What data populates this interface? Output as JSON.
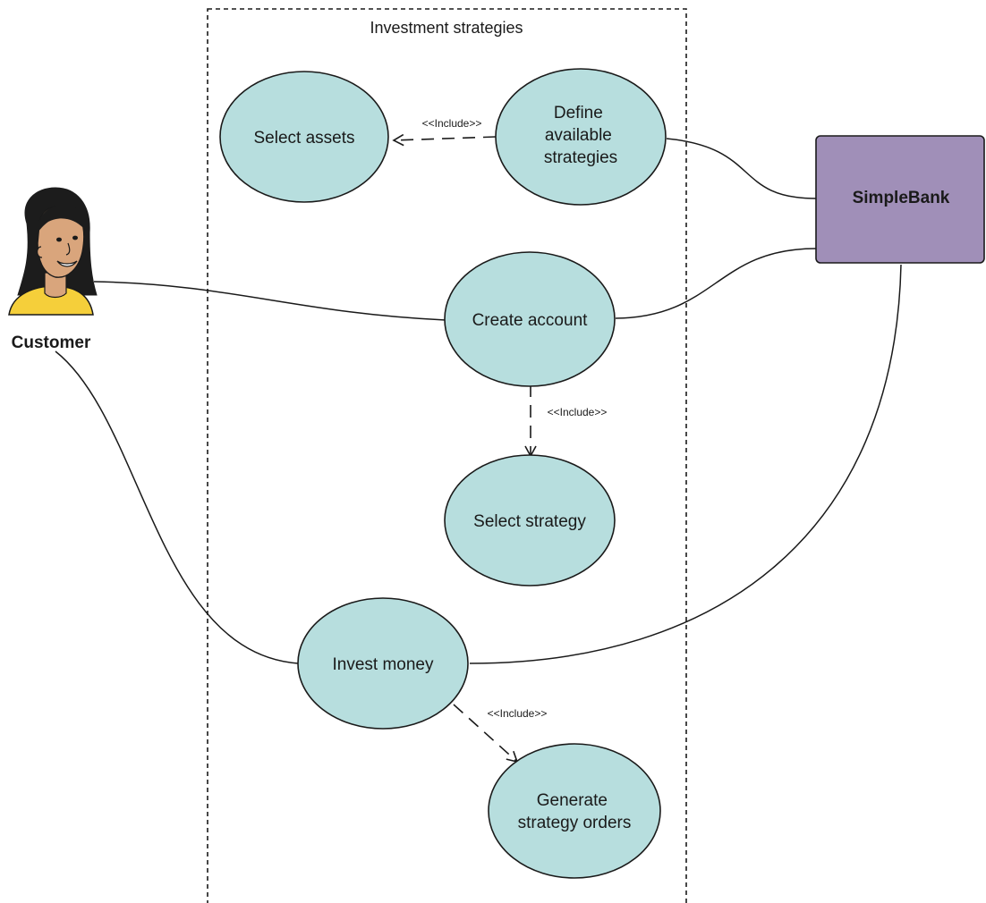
{
  "boundary": {
    "title": "Investment strategies"
  },
  "actors": {
    "customer": {
      "label": "Customer"
    },
    "simplebank": {
      "label": "SimpleBank"
    }
  },
  "use_cases": {
    "select_assets": {
      "lines": [
        "Select assets"
      ]
    },
    "define_strategies": {
      "lines": [
        "Define",
        "available",
        "strategies"
      ]
    },
    "create_account": {
      "lines": [
        "Create account"
      ]
    },
    "select_strategy": {
      "lines": [
        "Select strategy"
      ]
    },
    "invest_money": {
      "lines": [
        "Invest money"
      ]
    },
    "generate_orders": {
      "lines": [
        "Generate",
        "strategy orders"
      ]
    }
  },
  "relations": {
    "include_assets": "<<Include>>",
    "include_strategy": "<<Include>>",
    "include_orders": "<<Include>>"
  },
  "colors": {
    "usecase_fill": "#b7dede",
    "system_fill": "#a08fb8",
    "stroke": "#1a1a1a",
    "shirt": "#f5cf3a",
    "skin": "#d9a57c",
    "hair": "#1c1c1c"
  }
}
